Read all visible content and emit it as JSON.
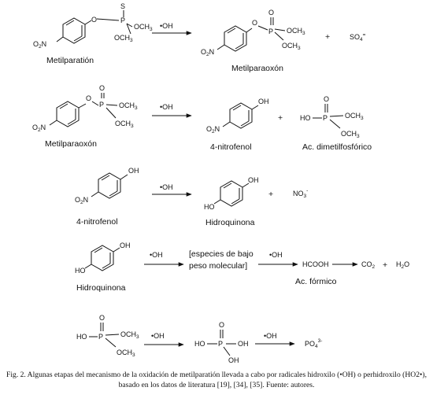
{
  "reactions": [
    {
      "id": 1,
      "reactant": {
        "name": "Metilparatión",
        "formula": {
          "p_top": "S",
          "ome1": "OCH",
          "ome2": "OCH",
          "no2": "O",
          "no2_prefix": "",
          "no2_n": "N"
        }
      },
      "reagent": "•OH",
      "products": [
        {
          "name": "Metilparaoxón"
        },
        {
          "formula": "SO",
          "sub": "4",
          "sup": "="
        }
      ],
      "plus": "+"
    },
    {
      "id": 2,
      "reactant": {
        "name": "Metilparaoxón"
      },
      "reagent": "•OH",
      "products": [
        {
          "name": "4-nitrofenol"
        },
        {
          "name": "Ac. dimetilfosfórico"
        }
      ],
      "plus": "+"
    },
    {
      "id": 3,
      "reactant": {
        "name": "4-nitrofenol"
      },
      "reagent": "•OH",
      "products": [
        {
          "name": "Hidroquinona"
        },
        {
          "formula": "NO",
          "sub": "3",
          "sup": "-"
        }
      ],
      "plus": "+"
    },
    {
      "id": 4,
      "reactant": {
        "name": "Hidroquinona"
      },
      "reagent": "•OH",
      "intermediate_line1": "[especies de bajo",
      "intermediate_line2": "peso molecular]",
      "reagent2": "•OH",
      "product": {
        "formula": "HCOOH",
        "name": "Ac. fórmico"
      },
      "final1": {
        "formula": "CO",
        "sub": "2"
      },
      "plus": "+",
      "final2": {
        "formula": "H",
        "sub": "2",
        "rest": "O"
      }
    },
    {
      "id": 5,
      "reagent": "•OH",
      "reagent2": "•OH",
      "final": {
        "formula": "PO",
        "sub": "4",
        "sup": "3-"
      }
    }
  ],
  "atoms": {
    "O": "O",
    "P": "P",
    "S": "S",
    "OH": "OH",
    "HO": "HO",
    "OCH3": "OCH",
    "three": "3",
    "two": "2",
    "N": "N"
  },
  "caption": "Fig. 2. Algunas etapas del mecanismo de la oxidación de metilparatión llevada a cabo por radicales hidroxilo (•OH) o perhidroxilo (HO2•), basado en los datos de literatura [19], [34], [35]. Fuente: autores."
}
